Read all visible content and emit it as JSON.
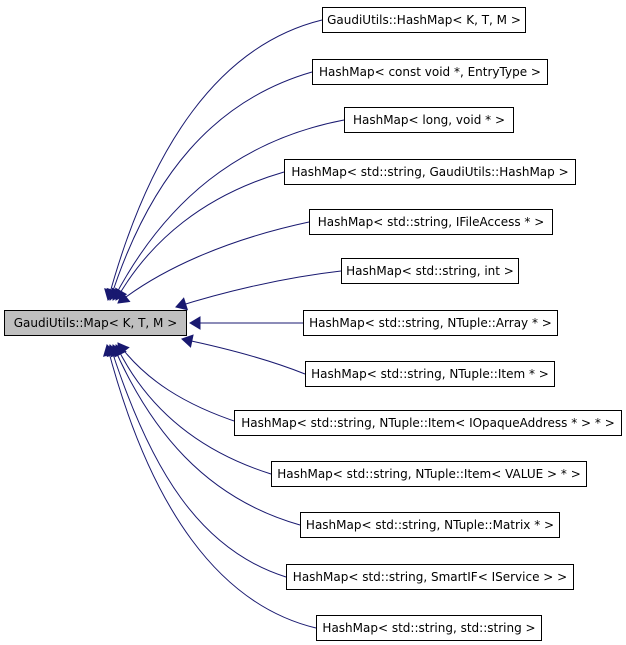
{
  "diagram": {
    "root": {
      "label": "GaudiUtils::Map< K, T, M >"
    },
    "nodes": [
      {
        "label": "GaudiUtils::HashMap< K, T, M >"
      },
      {
        "label": "HashMap< const void *, EntryType >"
      },
      {
        "label": "HashMap< long, void * >"
      },
      {
        "label": "HashMap< std::string, GaudiUtils::HashMap >"
      },
      {
        "label": "HashMap< std::string, IFileAccess * >"
      },
      {
        "label": "HashMap< std::string, int >"
      },
      {
        "label": "HashMap< std::string, NTuple::Array * >"
      },
      {
        "label": "HashMap< std::string, NTuple::Item * >"
      },
      {
        "label": "HashMap< std::string, NTuple::Item< IOpaqueAddress * > * >"
      },
      {
        "label": "HashMap< std::string, NTuple::Item< VALUE > * >"
      },
      {
        "label": "HashMap< std::string, NTuple::Matrix * >"
      },
      {
        "label": "HashMap< std::string, SmartIF< IService > >"
      },
      {
        "label": "HashMap< std::string, std::string >"
      }
    ],
    "colors": {
      "edge": "#191970",
      "root_fill": "#bfbfbf",
      "node_fill": "#ffffff",
      "border": "#000000"
    }
  }
}
